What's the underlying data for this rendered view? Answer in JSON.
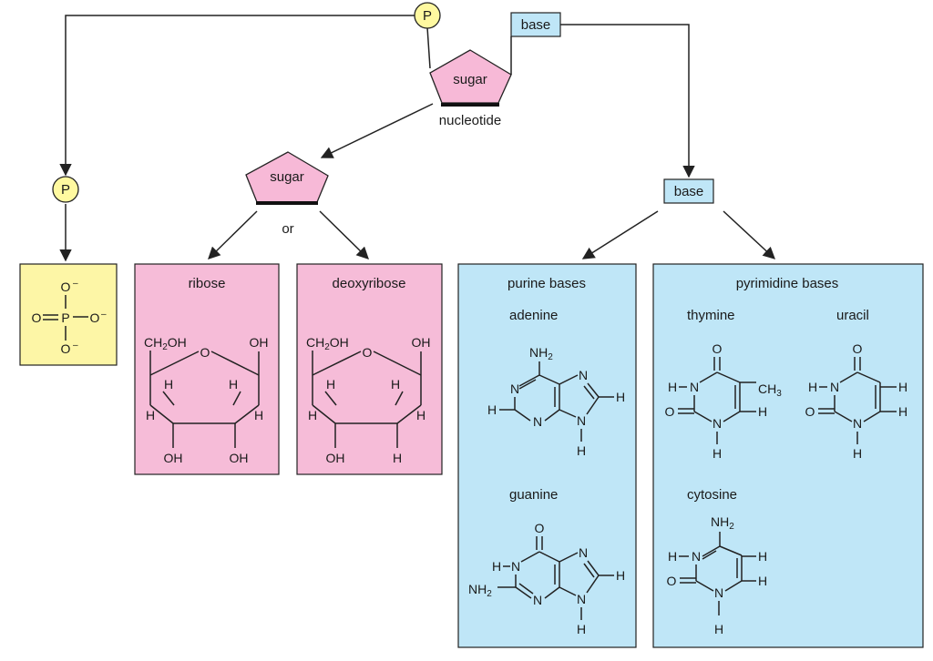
{
  "colors": {
    "pink": "#f6bcd8",
    "blue": "#bfe6f7",
    "yellow": "#fdf6a6",
    "p_circle": "#fff9a0",
    "base_box": "#bfe6f7",
    "sugar": "#f7b9d7",
    "line": "#222222"
  },
  "nucleotide": {
    "phosphate": "P",
    "sugar": "sugar",
    "base": "base",
    "caption": "nucleotide"
  },
  "left_branch": {
    "phosphate": "P",
    "phosphate_box": {
      "o_top": "O",
      "o_top_charge": "–",
      "o_left": "O",
      "p": "P",
      "o_right": "O",
      "o_right_charge": "–",
      "o_bottom": "O",
      "o_bottom_charge": "–"
    }
  },
  "middle_branch": {
    "sugar": "sugar",
    "or": "or",
    "ribose": {
      "title": "ribose",
      "ch2oh": "CH",
      "ch2oh_sub": "2",
      "ch2oh_tail": "OH",
      "ring_o": "O",
      "oh_right": "OH",
      "h1": "H",
      "h2": "H",
      "h3": "H",
      "h4": "H",
      "oh_bottom_left": "OH",
      "oh_bottom_right": "OH"
    },
    "deoxyribose": {
      "title": "deoxyribose",
      "ch2oh": "CH",
      "ch2oh_sub": "2",
      "ch2oh_tail": "OH",
      "ring_o": "O",
      "oh_right": "OH",
      "h1": "H",
      "h2": "H",
      "h3": "H",
      "h4": "H",
      "oh_bottom_left": "OH",
      "h_bottom_right": "H"
    }
  },
  "right_branch": {
    "base": "base",
    "purines": {
      "title": "purine bases",
      "adenine": "adenine",
      "guanine": "guanine"
    },
    "pyrimidines": {
      "title": "pyrimidine bases",
      "thymine": "thymine",
      "uracil": "uracil",
      "cytosine": "cytosine"
    },
    "atoms": {
      "N": "N",
      "H": "H",
      "O": "O",
      "NH": "NH",
      "sub2": "2",
      "CH": "CH",
      "sub3": "3"
    }
  }
}
